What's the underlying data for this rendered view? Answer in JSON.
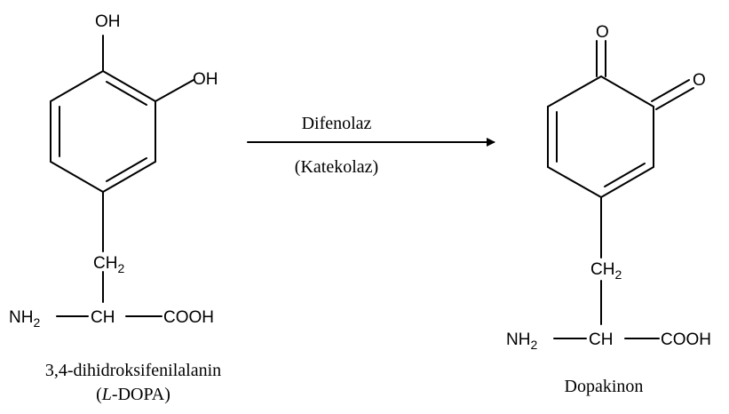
{
  "reactant": {
    "oh_top": "OH",
    "oh_right": "OH",
    "ch": "CH",
    "h_sub": "2",
    "nh": "NH",
    "nh_sub": "2",
    "alpha": "CH",
    "acid": "COOH",
    "name": "3,4-dihidroksifenilalanin",
    "abbr_open": "(",
    "abbr_italic": "L",
    "abbr_rest": "-DOPA)"
  },
  "arrow": {
    "above": "Difenolaz",
    "below": "(Katekolaz)"
  },
  "product": {
    "o_top": "O",
    "o_right": "O",
    "ch": "CH",
    "h_sub": "2",
    "nh": "NH",
    "nh_sub": "2",
    "alpha": "CH",
    "acid": "COOH",
    "name": "Dopakinon"
  }
}
